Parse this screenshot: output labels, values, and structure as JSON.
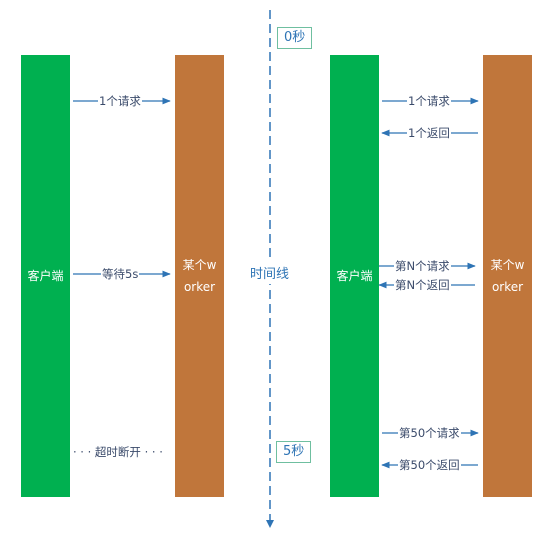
{
  "left_scene": {
    "client_label": "客户端",
    "worker_label": "某个worker",
    "request_label": "1个请求",
    "wait_label": "等待5s",
    "timeout_label": "· · · 超时断开 · · ·"
  },
  "timeline": {
    "label": "时间线",
    "start_tag": "0秒",
    "end_tag": "5秒"
  },
  "right_scene": {
    "client_label": "客户端",
    "worker_label": "某个worker",
    "messages": [
      {
        "label": "1个请求",
        "direction": "right"
      },
      {
        "label": "1个返回",
        "direction": "left"
      },
      {
        "label": "第N个请求",
        "direction": "right"
      },
      {
        "label": "第N个返回",
        "direction": "left"
      },
      {
        "label": "第50个请求",
        "direction": "right"
      },
      {
        "label": "第50个返回",
        "direction": "left"
      }
    ]
  },
  "colors": {
    "client": "#00b050",
    "worker": "#c0763b",
    "arrow": "#2e74b5"
  }
}
